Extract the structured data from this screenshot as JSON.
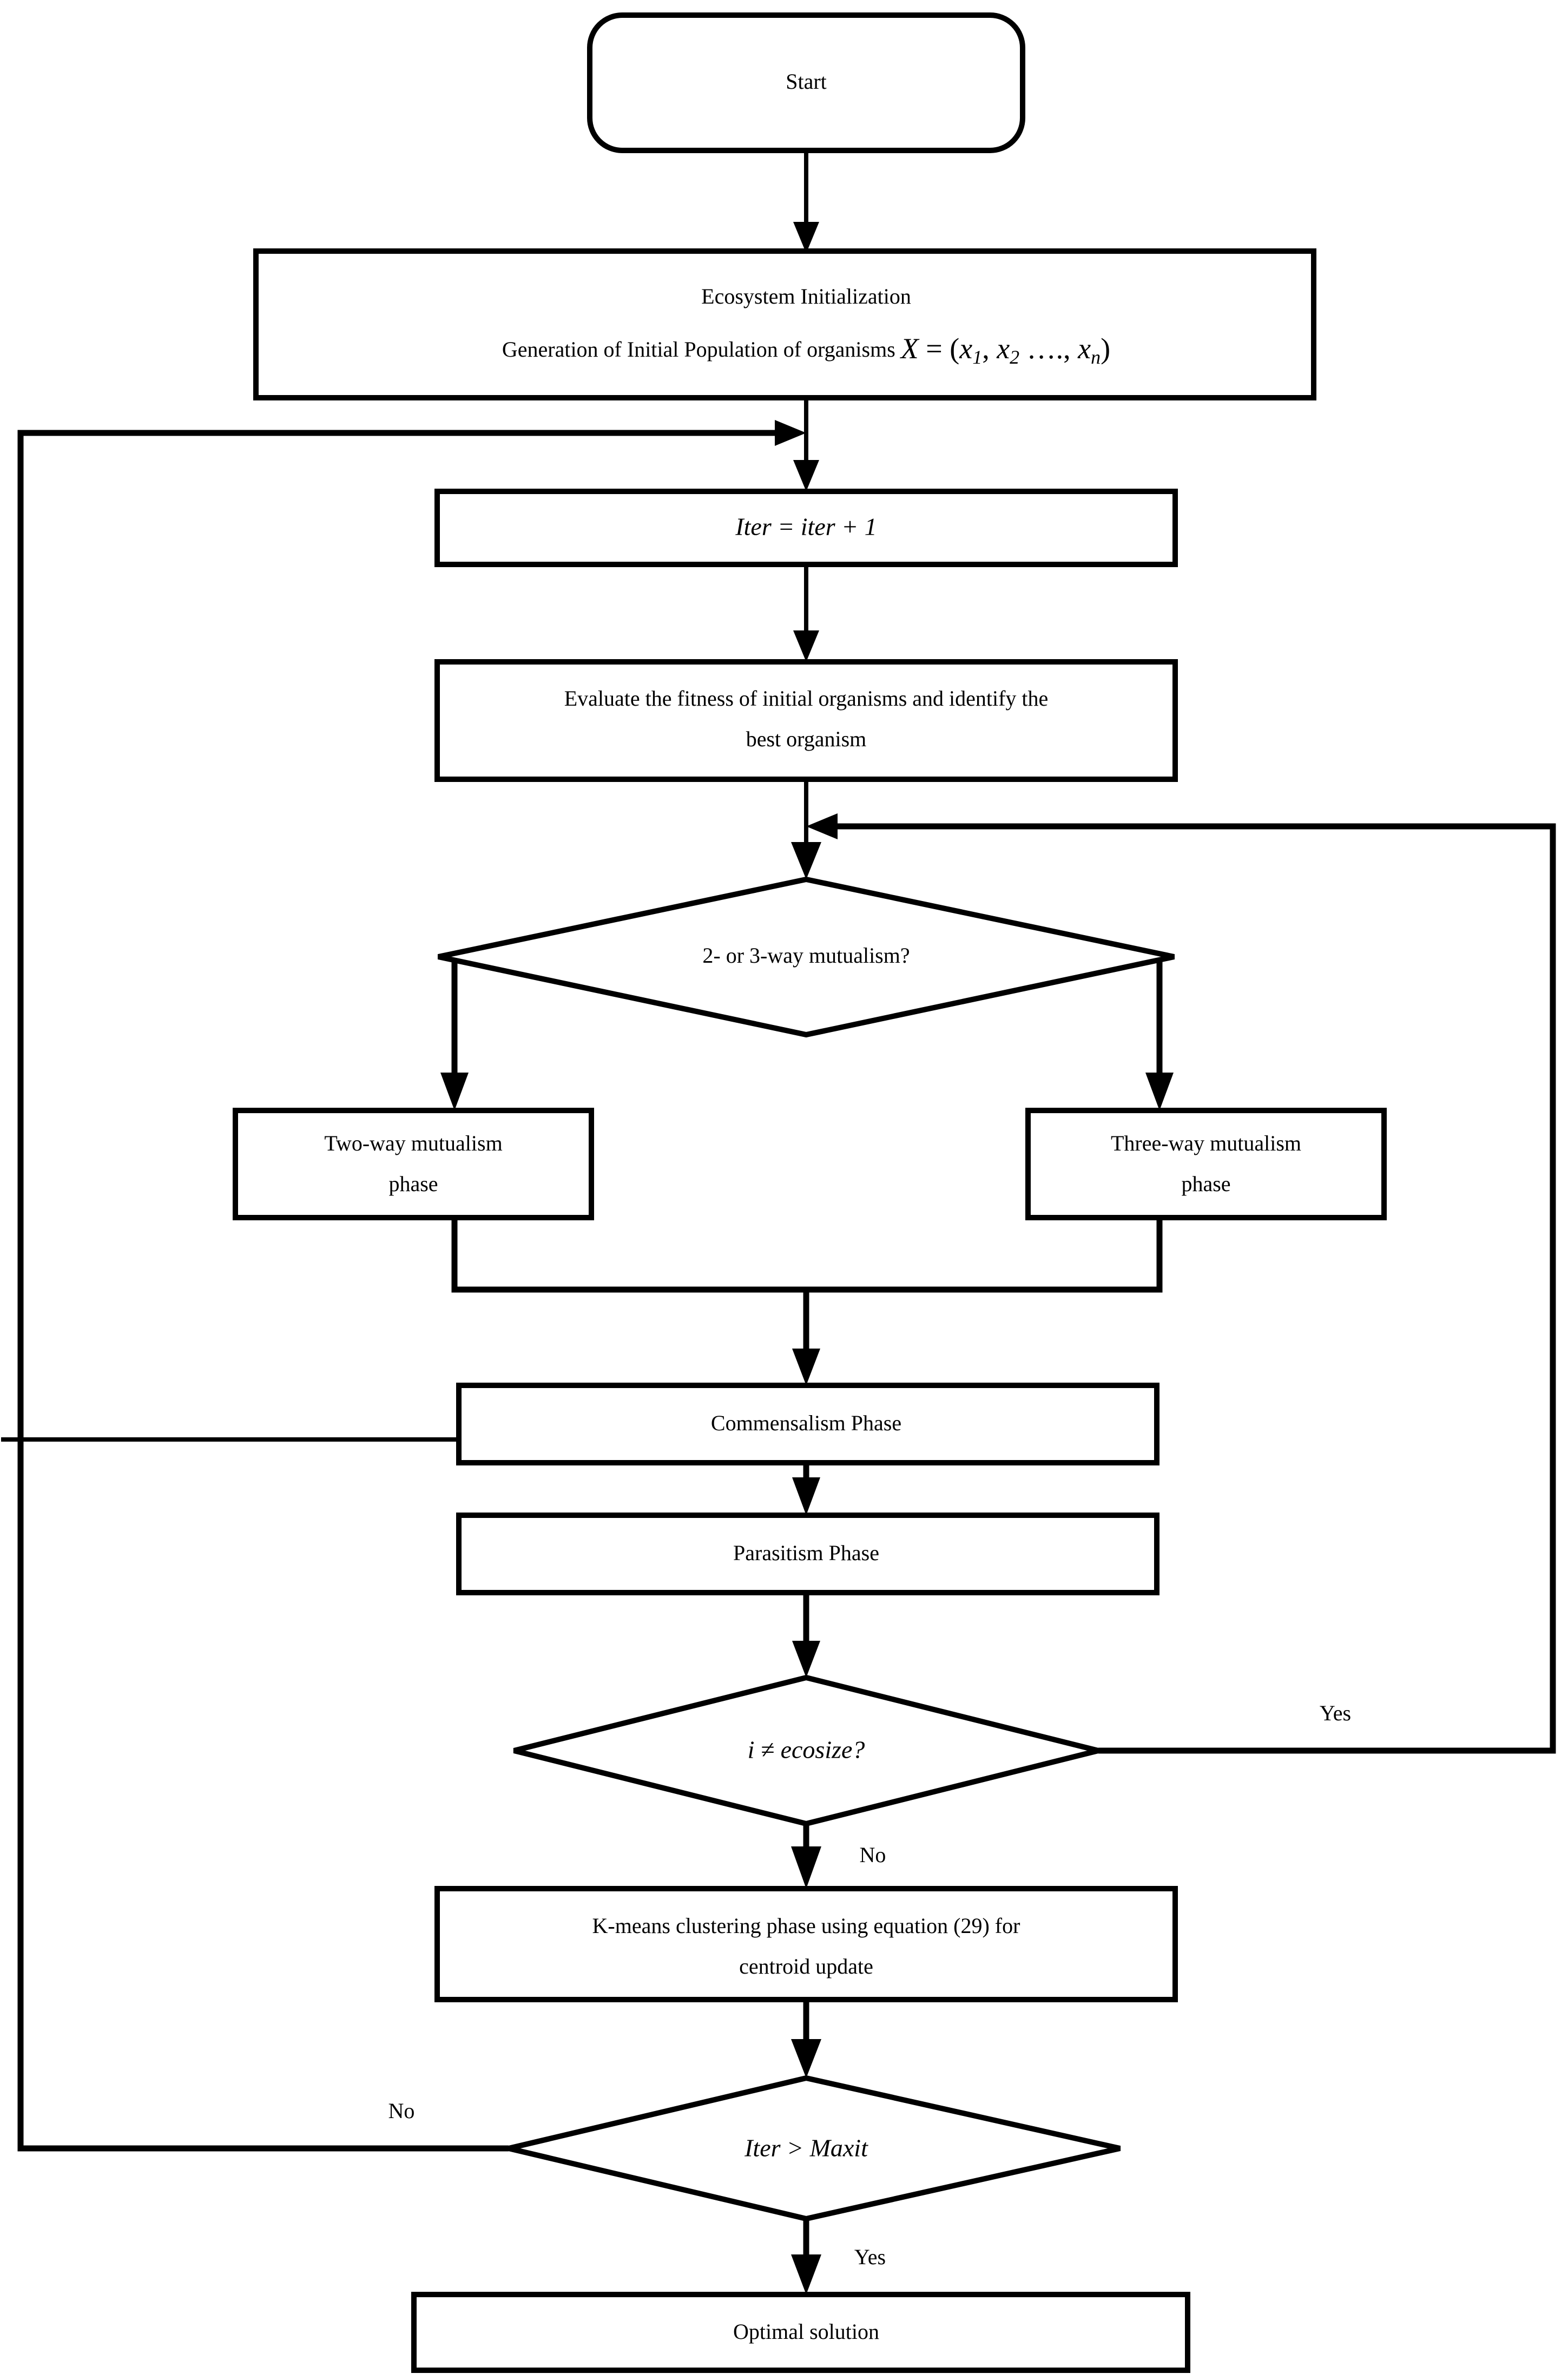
{
  "diagram": {
    "type": "flowchart",
    "title": "Symbiotic Organisms Search with K-means clustering flowchart",
    "orientation": "top-to-bottom",
    "background_color": "#ffffff",
    "line_color": "#000000",
    "text_color": "#000000"
  },
  "nodes": {
    "start": {
      "shape": "rounded-rectangle",
      "label": "Start"
    },
    "init": {
      "shape": "rectangle",
      "line1": "Ecosystem Initialization",
      "line2_prefix": "Generation of Initial Population of organisms ",
      "line2_math_X": "X",
      "line2_math_eq": " = ",
      "line2_math_open": "(",
      "line2_math_x1": "x",
      "line2_math_x1_sub": "1",
      "line2_math_sep1": ", ",
      "line2_math_x2": "x",
      "line2_math_x2_sub": "2",
      "line2_math_dots": " …., ",
      "line2_math_xn": "x",
      "line2_math_xn_sub": "n",
      "line2_math_close": ")"
    },
    "iter": {
      "shape": "rectangle",
      "label": "Iter  =  iter  + 1"
    },
    "evaluate": {
      "shape": "rectangle",
      "line1": "Evaluate the fitness of initial organisms and identify the",
      "line2": "best organism"
    },
    "mutualism_decision": {
      "shape": "diamond",
      "label": "2- or 3-way mutualism?"
    },
    "two_way": {
      "shape": "rectangle",
      "line1": "Two-way mutualism",
      "line2": "phase"
    },
    "three_way": {
      "shape": "rectangle",
      "line1": "Three-way mutualism",
      "line2": "phase"
    },
    "commensalism": {
      "shape": "rectangle",
      "label": "Commensalism Phase"
    },
    "parasitism": {
      "shape": "rectangle",
      "label": "Parasitism Phase"
    },
    "ecosize_decision": {
      "shape": "diamond",
      "label": "i  ≠  ecosize?"
    },
    "kmeans": {
      "shape": "rectangle",
      "line1": "K-means clustering phase using equation (29) for",
      "line2": "centroid update"
    },
    "maxit_decision": {
      "shape": "diamond",
      "label": "Iter  >  Maxit"
    },
    "optimal": {
      "shape": "rectangle",
      "label": "Optimal solution"
    }
  },
  "edge_labels": {
    "ecosize_yes": "Yes",
    "ecosize_no": "No",
    "maxit_no": "No",
    "maxit_yes": "Yes"
  }
}
